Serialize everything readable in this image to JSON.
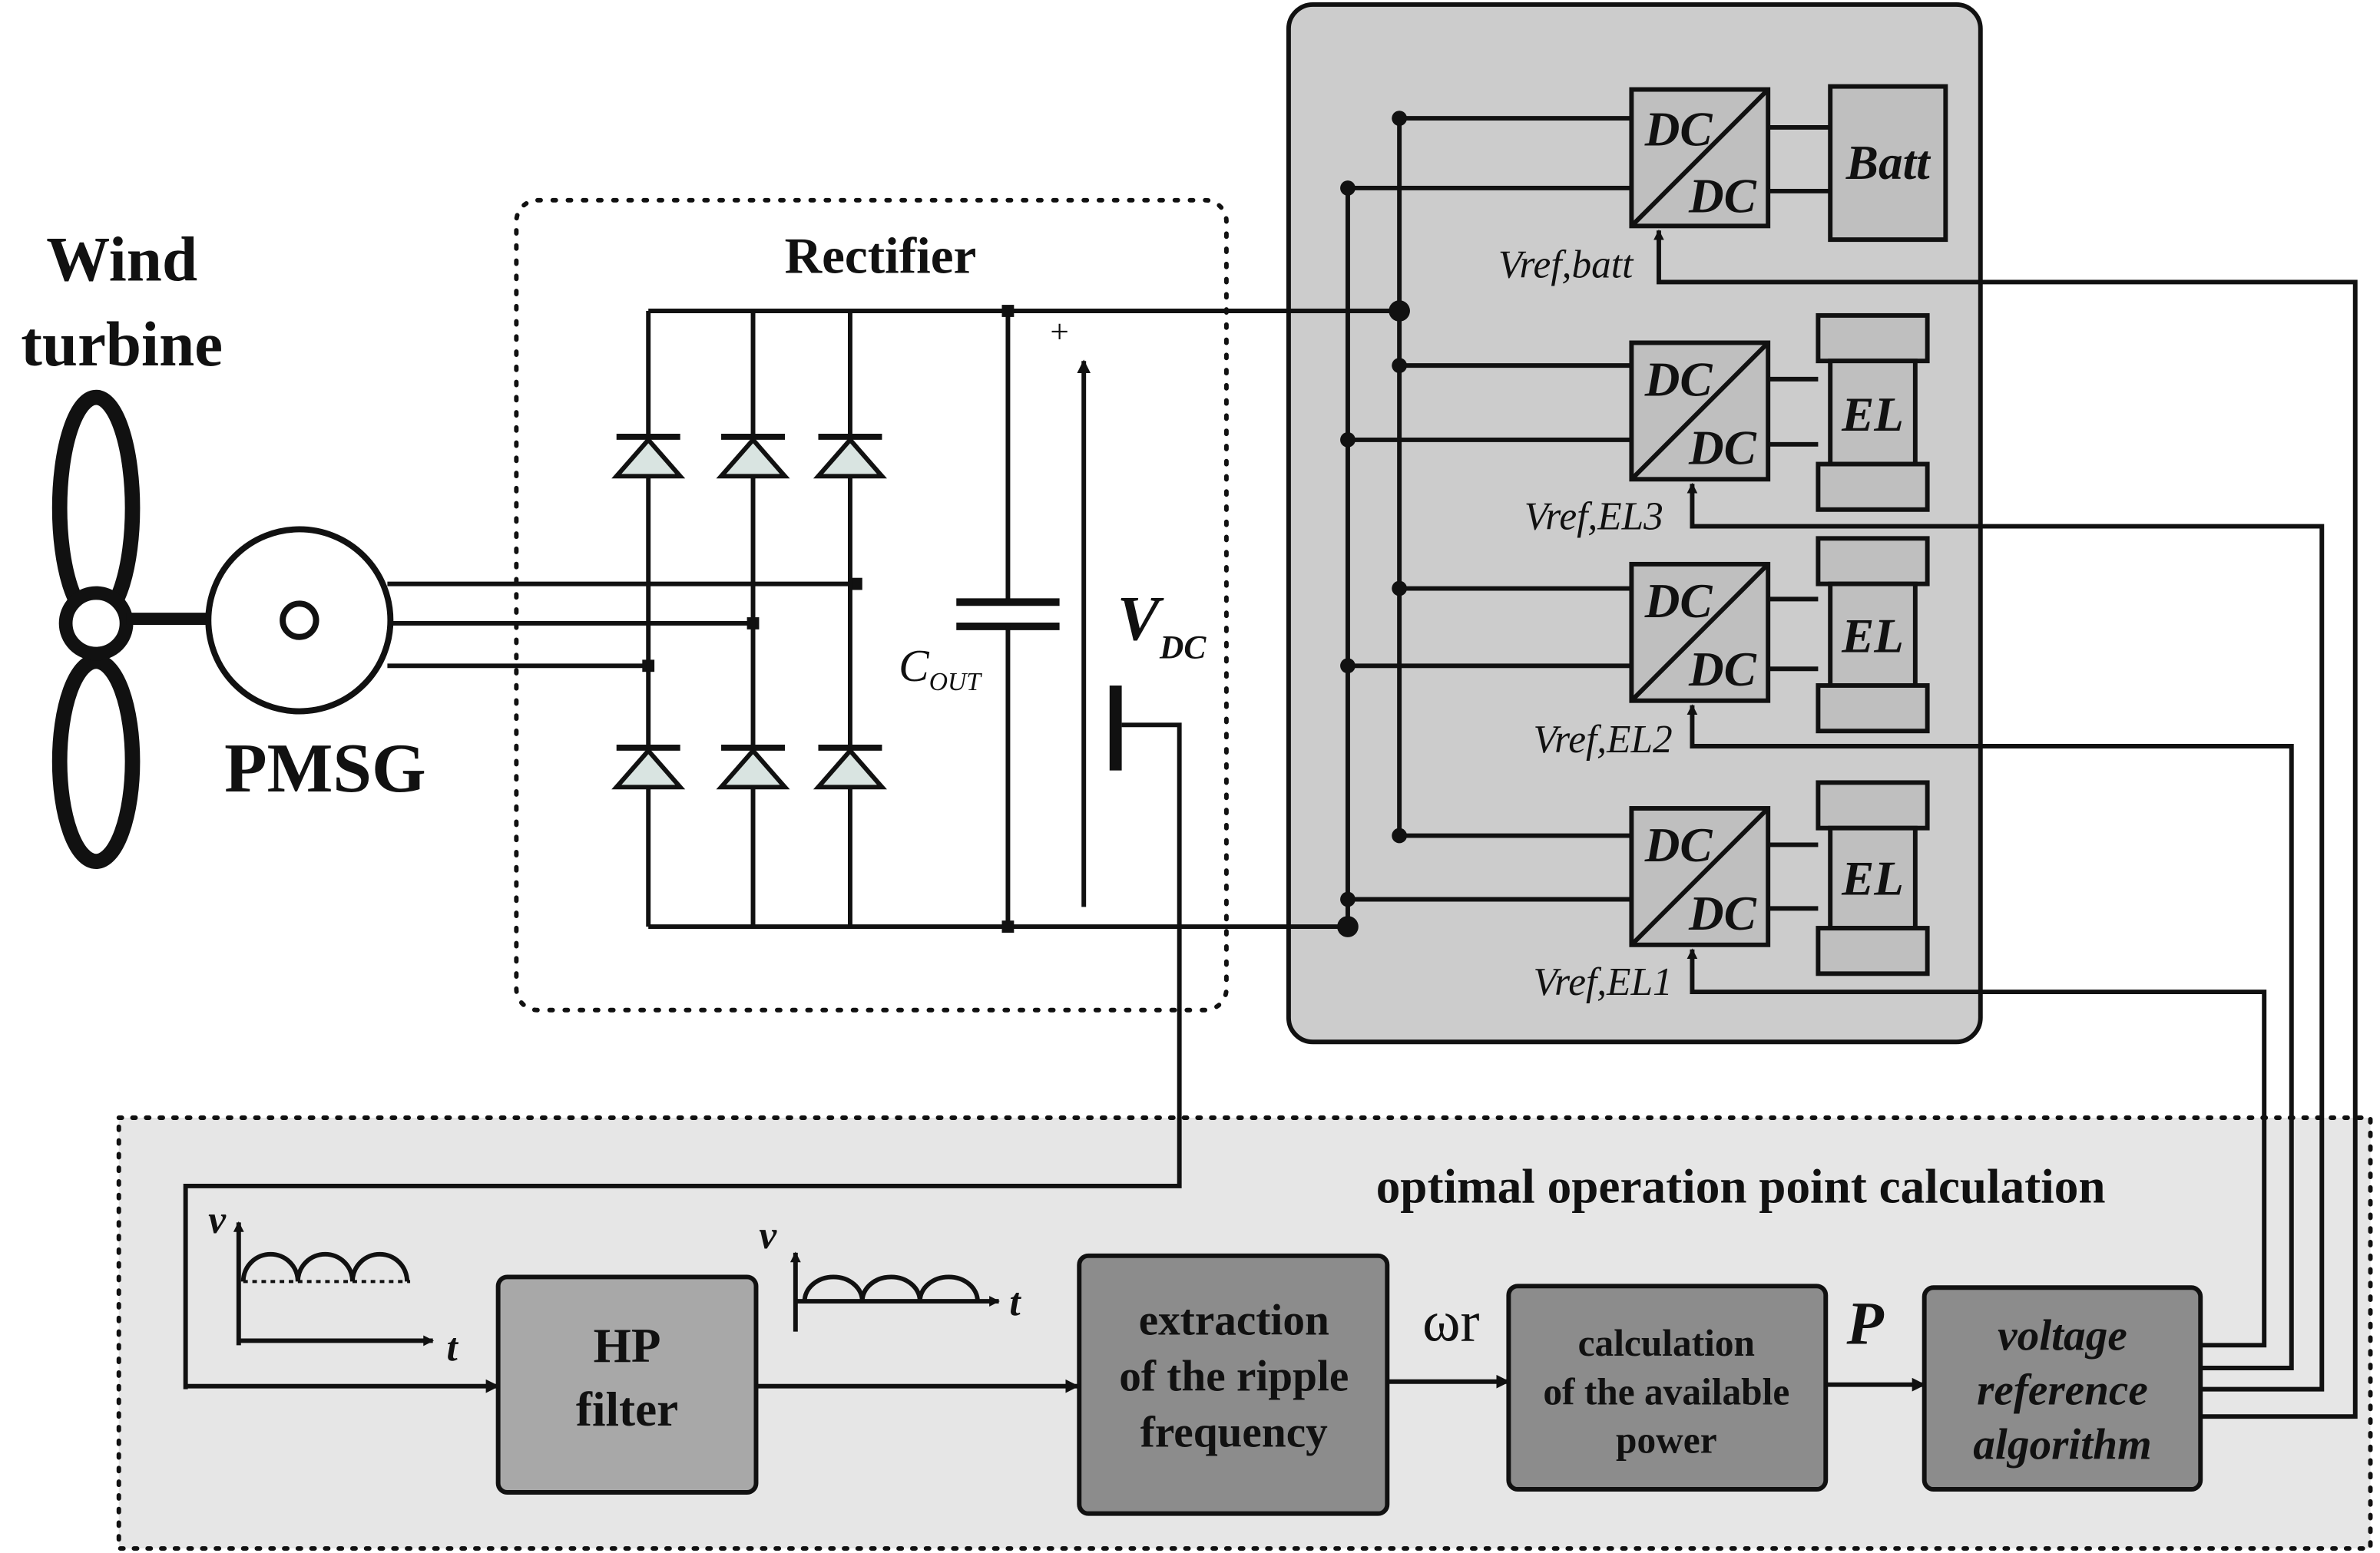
{
  "labels": {
    "wind_l1": "Wind",
    "wind_l2": "turbine",
    "pmsg": "PMSG",
    "rectifier": "Rectifier",
    "plus": "+",
    "cout_main": "C",
    "cout_sub": "OUT",
    "vdc_main": "V",
    "vdc_sub": "DC",
    "dc": "DC",
    "batt": "Batt",
    "el": "EL",
    "vref_batt": "Vref,batt",
    "vref_el3": "Vref,EL3",
    "vref_el2": "Vref,EL2",
    "vref_el1": "Vref,EL1",
    "opt_title": "optimal operation point calculation",
    "axis_v": "v",
    "axis_t": "t",
    "hp_l1": "HP",
    "hp_l2": "filter",
    "ext_l1": "extraction",
    "ext_l2": "of the ripple",
    "ext_l3": "frequency",
    "omega": "ωr",
    "calc_l1": "calculation",
    "calc_l2": "of the available",
    "calc_l3": "power",
    "p": "P",
    "volt_l1": "voltage",
    "volt_l2": "reference",
    "volt_l3": "algorithm"
  },
  "colors": {
    "dc_panel_fill": "#cccccc",
    "opt_panel_fill": "#e6e6e6",
    "block_fill": "#a8a8a8",
    "block_dark_fill": "#8c8c8c",
    "diode_fill": "#d9e4e1",
    "line": "#111111"
  }
}
